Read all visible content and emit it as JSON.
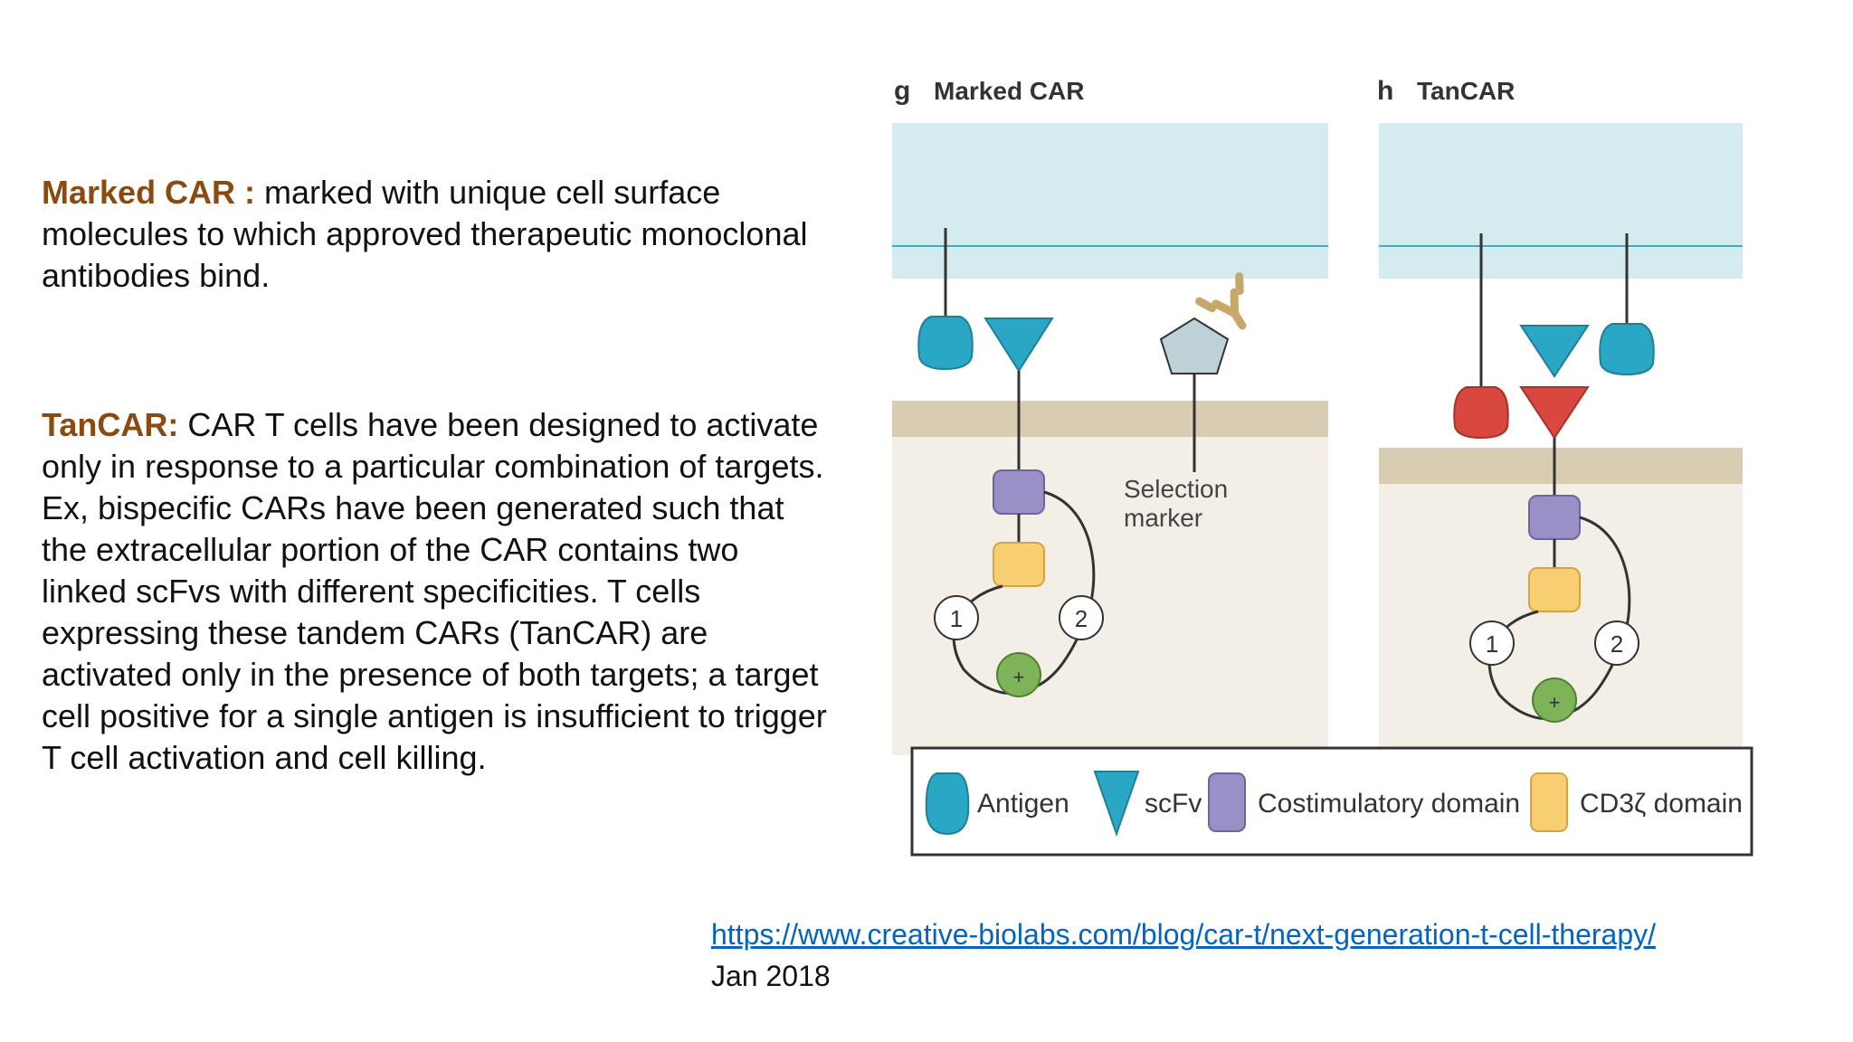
{
  "paragraphs": {
    "marked": {
      "term": "Marked CAR :",
      "text": " marked with unique cell surface molecules to which approved therapeutic monoclonal antibodies bind."
    },
    "tancar": {
      "term": "TanCAR:",
      "text": " CAR T cells have been designed to activate only in response to a particular combination of targets. Ex, bispecific CARs have been generated such that the extracellular portion of the CAR contains two linked scFvs with different specificities. T cells expressing these tandem CARs (TanCAR) are activated only in the presence of both targets; a target cell positive for a single antigen is insufficient to trigger T cell activation and cell killing."
    }
  },
  "figure": {
    "panel_g": {
      "letter": "g",
      "title": "Marked CAR"
    },
    "panel_h": {
      "letter": "h",
      "title": "TanCAR"
    },
    "selection_marker": {
      "line1": "Selection",
      "line2": "marker"
    },
    "signal_labels": {
      "one": "1",
      "two": "2",
      "plus": "+"
    },
    "legend": {
      "antigen": "Antigen",
      "scfv": "scFv",
      "costim": "Costimulatory domain",
      "cd3": "CD3ζ domain"
    },
    "colors": {
      "teal": "#2aa7c4",
      "red": "#d9483f",
      "purple": "#9a90c8",
      "yellow": "#f7cf72",
      "green": "#7fb35a",
      "target_cell": "#d4ebf0",
      "membrane": "#d8cdb2",
      "t_cell": "#f4efe6"
    }
  },
  "source": {
    "url": "https://www.creative-biolabs.com/blog/car-t/next-generation-t-cell-therapy/",
    "date": "Jan 2018"
  }
}
